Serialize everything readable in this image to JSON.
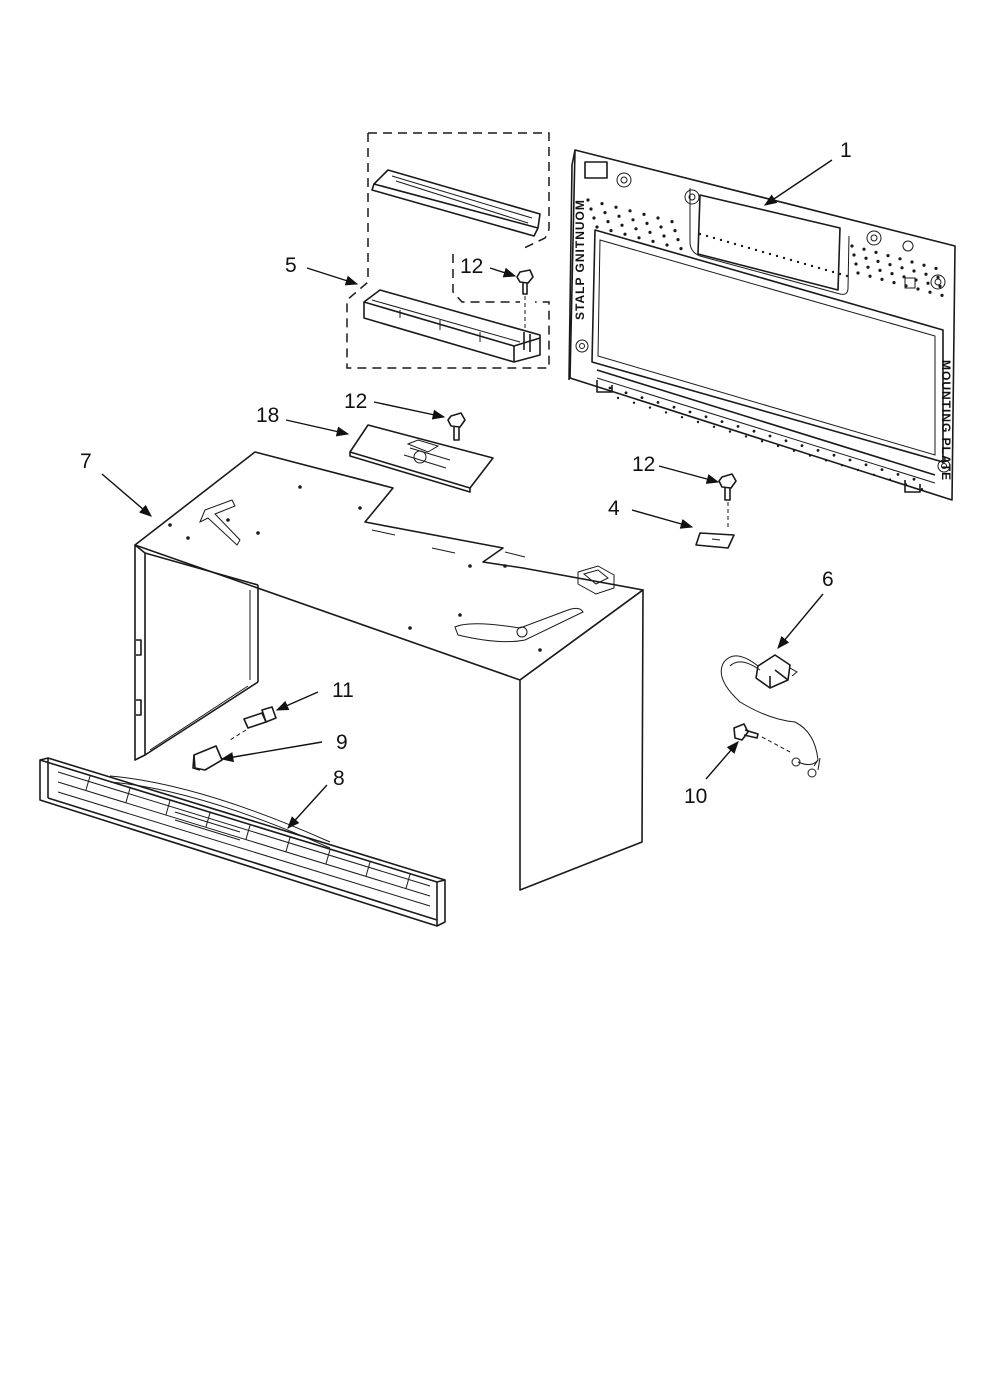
{
  "callouts": [
    {
      "id": "c1",
      "label": "1"
    },
    {
      "id": "c4",
      "label": "4"
    },
    {
      "id": "c5",
      "label": "5"
    },
    {
      "id": "c6",
      "label": "6"
    },
    {
      "id": "c7",
      "label": "7"
    },
    {
      "id": "c8",
      "label": "8"
    },
    {
      "id": "c9",
      "label": "9"
    },
    {
      "id": "c10",
      "label": "10"
    },
    {
      "id": "c11",
      "label": "11"
    },
    {
      "id": "c12a",
      "label": "12"
    },
    {
      "id": "c12b",
      "label": "12"
    },
    {
      "id": "c12c",
      "label": "12"
    },
    {
      "id": "c18",
      "label": "18"
    }
  ],
  "plate_text": {
    "left": "STALP GNITNUOM",
    "right": "MOUNTING PLATE"
  }
}
